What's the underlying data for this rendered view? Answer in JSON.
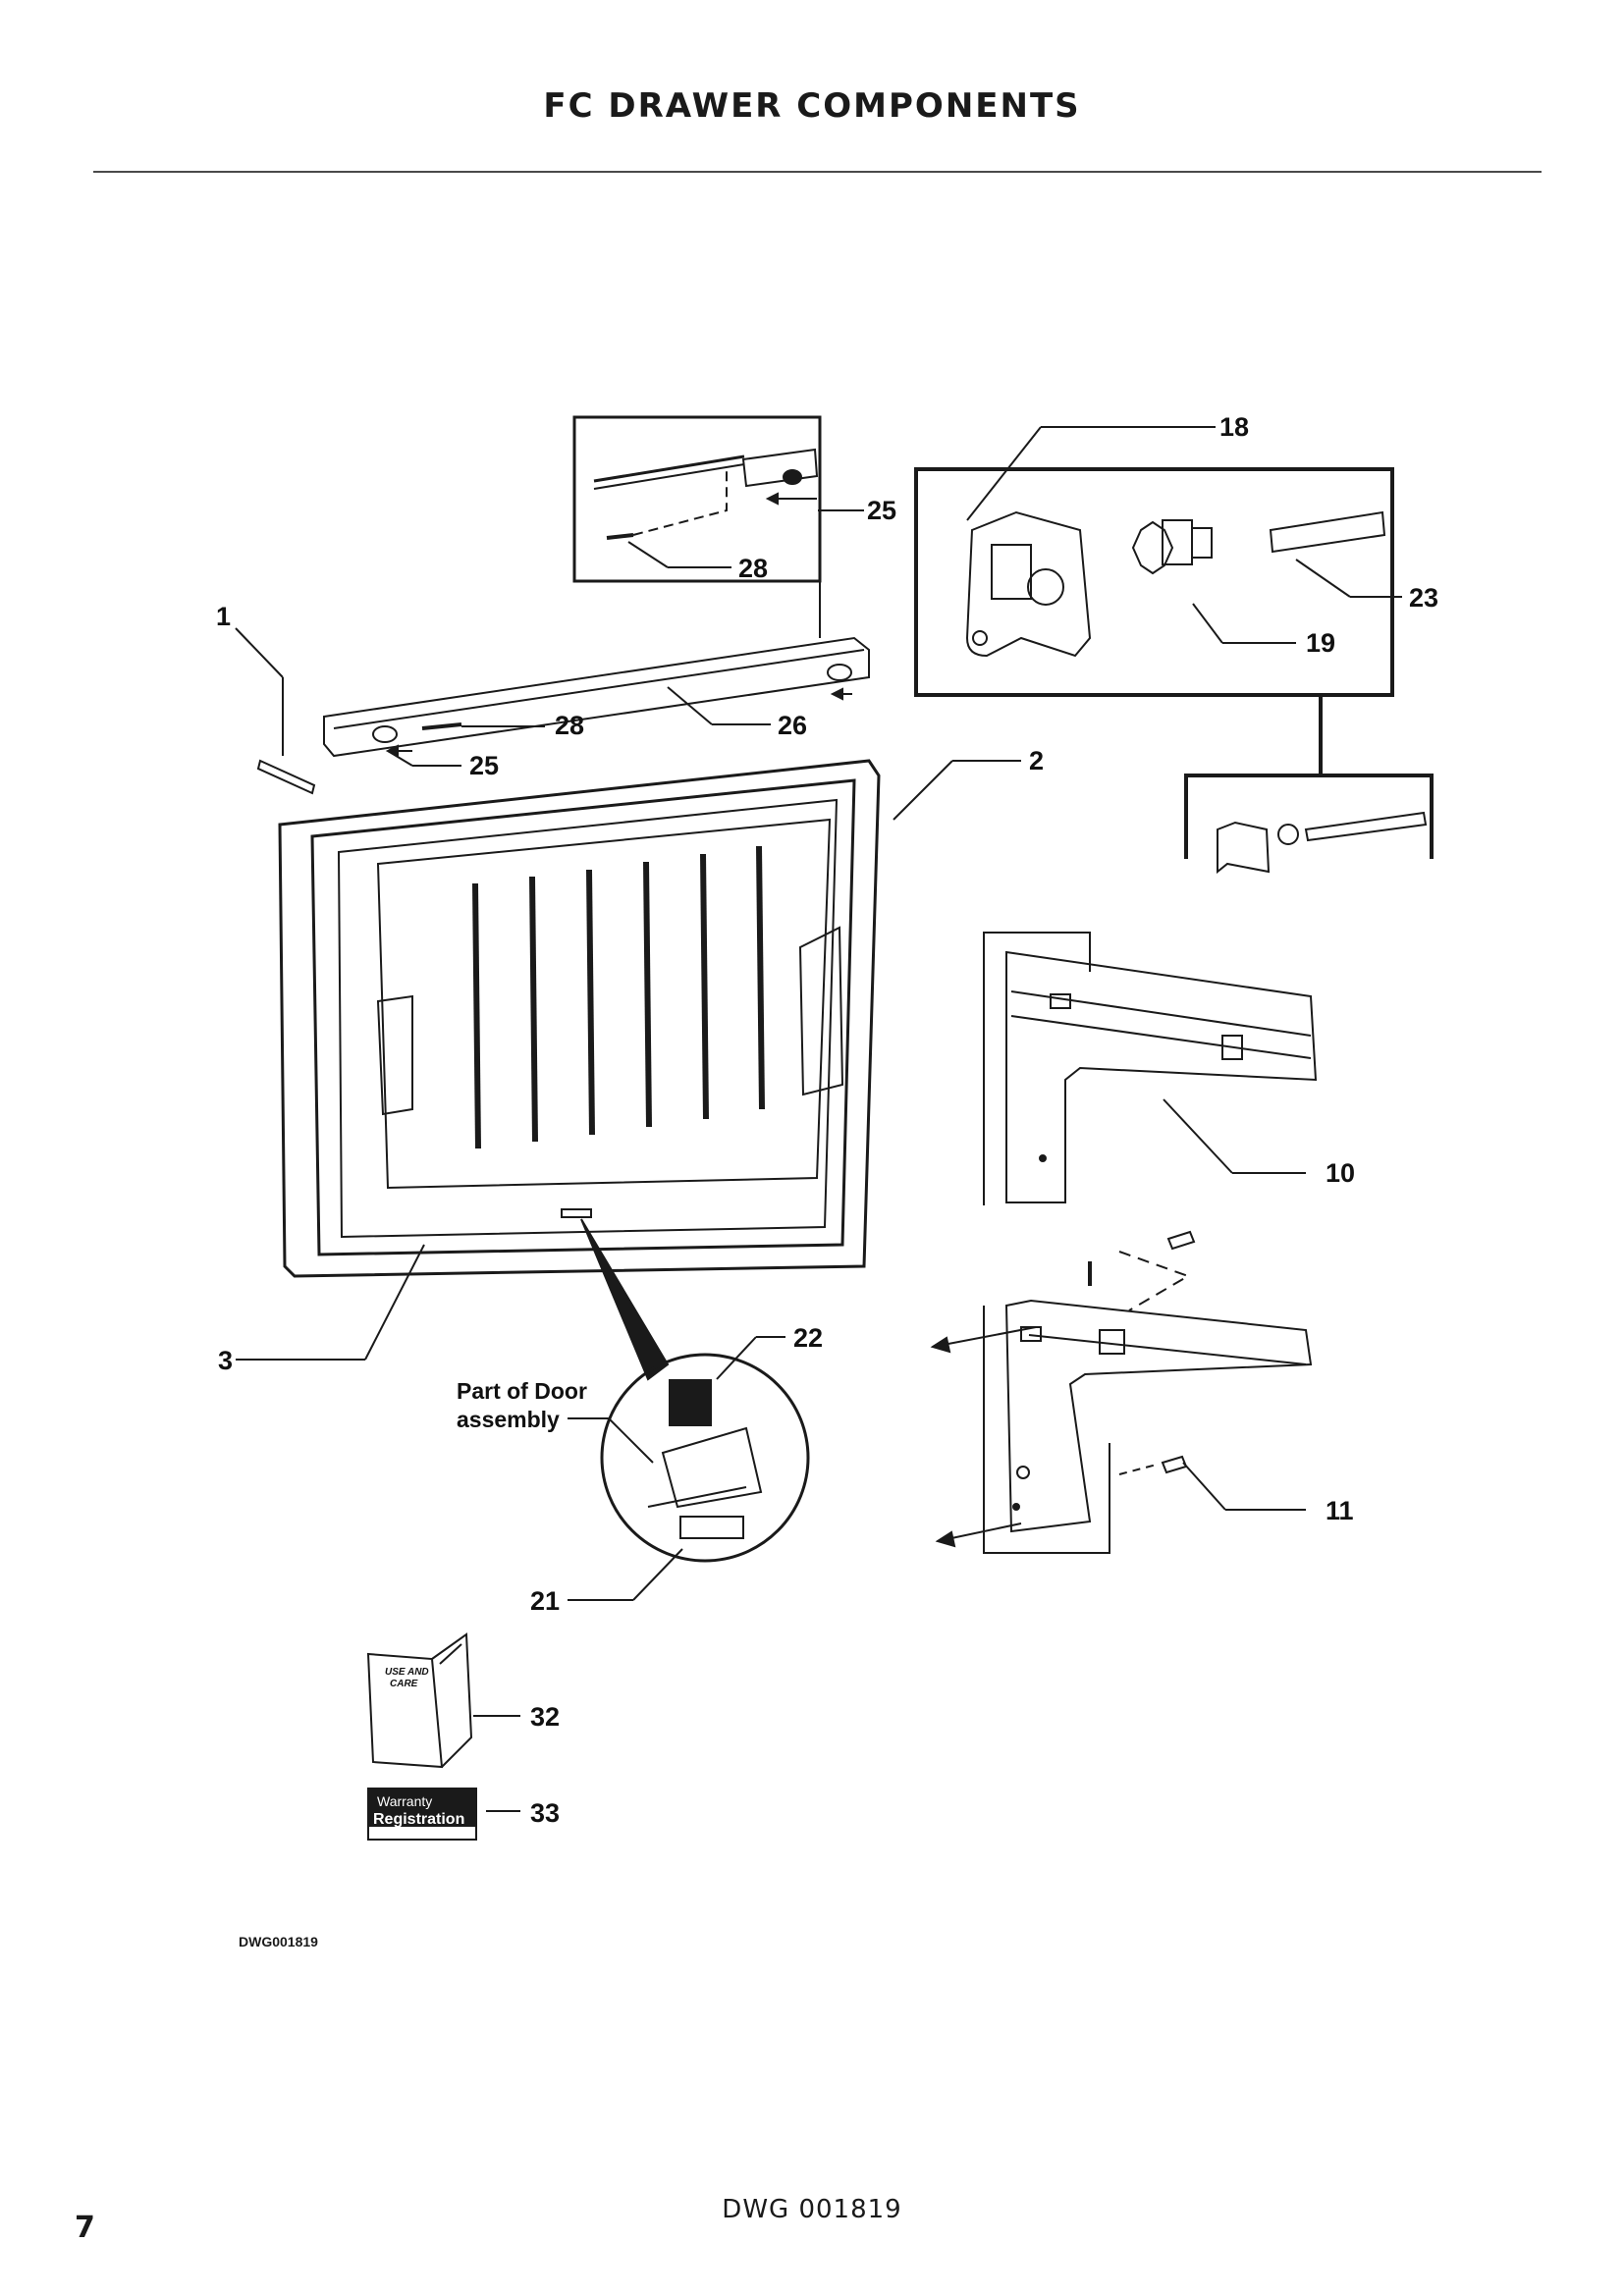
{
  "header": {
    "title": "FC DRAWER COMPONENTS"
  },
  "diagram": {
    "callouts": {
      "c1": "1",
      "c2": "2",
      "c3": "3",
      "c10": "10",
      "c11": "11",
      "c18": "18",
      "c19": "19",
      "c21": "21",
      "c22": "22",
      "c23": "23",
      "c25a": "25",
      "c25b": "25",
      "c26": "26",
      "c28a": "28",
      "c28b": "28",
      "c32": "32",
      "c33": "33"
    },
    "note_line1": "Part of Door",
    "note_line2": "assembly",
    "booklet_text1": "USE AND",
    "booklet_text2": "CARE",
    "warranty_text1": "Warranty",
    "warranty_text2": "Registration",
    "drawing_id": "DWG001819"
  },
  "footer": {
    "drawing_number": "DWG 001819",
    "page_number": "7"
  }
}
